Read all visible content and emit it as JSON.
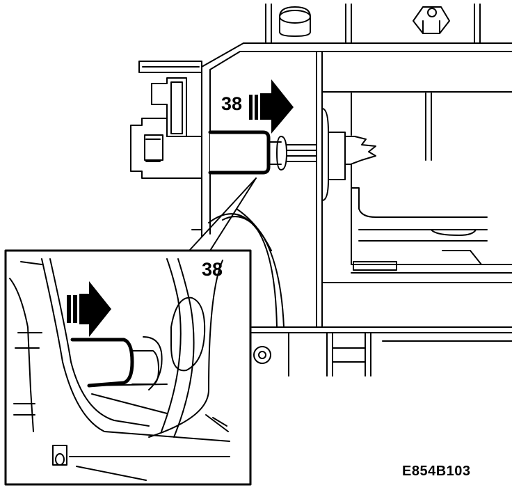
{
  "figure": {
    "callout_main": "38",
    "callout_inset": "38",
    "figure_code": "E854B103"
  }
}
